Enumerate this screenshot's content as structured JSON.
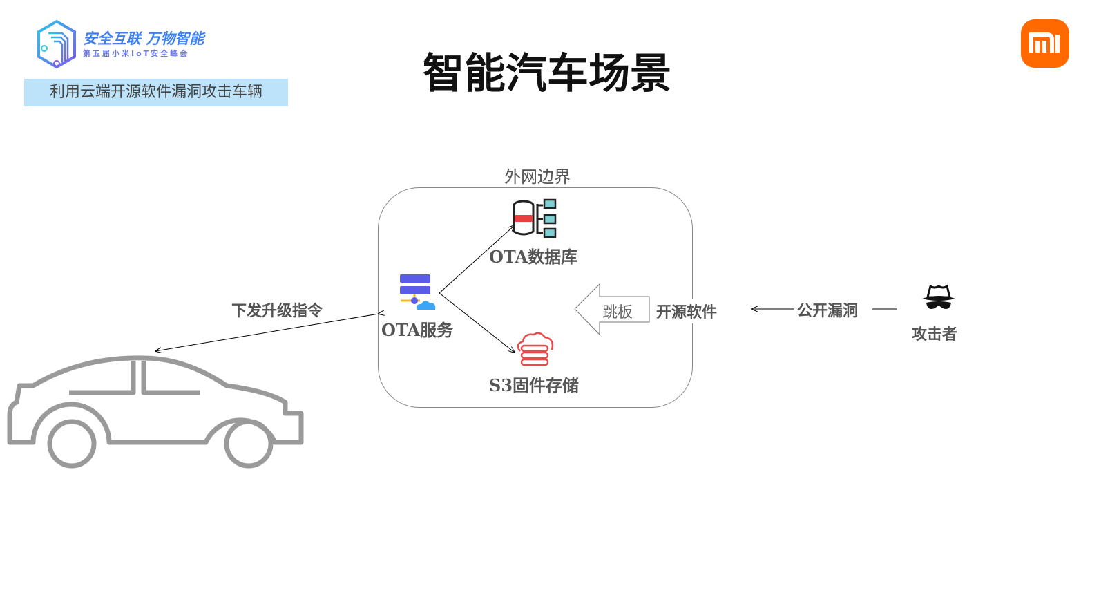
{
  "logo": {
    "main": "安全互联 万物智能",
    "sub": "第五届小米IoT安全峰会"
  },
  "title": "智能汽车场景",
  "subtitle": "利用云端开源软件漏洞攻击车辆",
  "brand": {
    "mark": "mi",
    "color": "#ff6900"
  },
  "diagram": {
    "boundary_label": "外网边界",
    "ota_service": "OTA服务",
    "ota_database": "OTA数据库",
    "s3_storage": "S3固件存储",
    "command_label": "下发升级指令",
    "springboard": "跳板",
    "open_source": "开源软件",
    "public_vuln": "公开漏洞",
    "attacker": "攻击者"
  }
}
